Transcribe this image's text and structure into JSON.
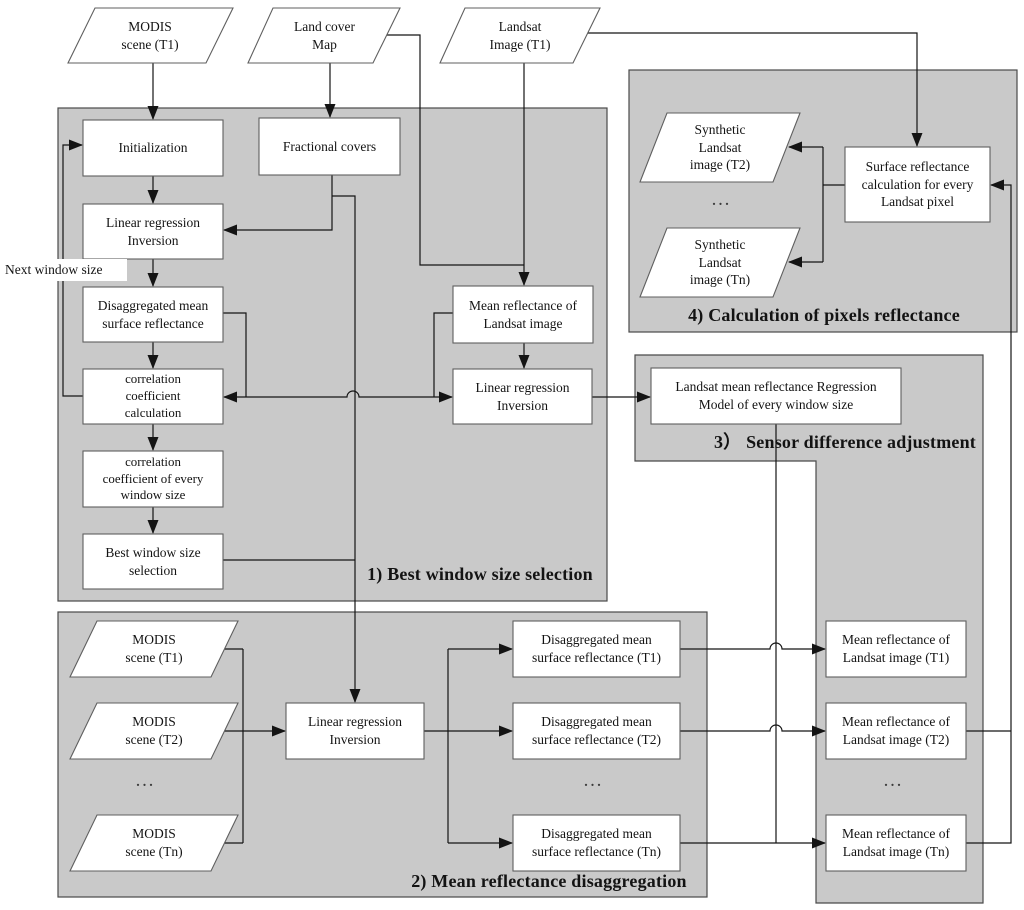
{
  "sections": {
    "s1": "1) Best window size selection",
    "s2": "2) Mean reflectance disaggregation",
    "s3": "3） Sensor difference adjustment",
    "s4": "4) Calculation of pixels reflectance"
  },
  "inputs": {
    "modis_scene_t1_top": "MODIS\nscene (T1)",
    "land_cover_map": "Land cover\nMap",
    "landsat_image_t1": "Landsat\nImage (T1)"
  },
  "best_window": {
    "initialization": "Initialization",
    "linear_regression_inversion": "Linear regression\nInversion",
    "disaggregated_mean_surface_reflectance": "Disaggregated mean\nsurface reflectance",
    "correlation_coefficient_calculation": "correlation\ncoefficient\ncalculation",
    "correlation_coefficient_every_window": "correlation\ncoefficient of every\nwindow size",
    "best_window_size_selection": "Best window size\nselection",
    "fractional_covers": "Fractional covers",
    "mean_reflectance_landsat": "Mean reflectance of\nLandsat image",
    "linear_regression_inversion_2": "Linear regression\nInversion"
  },
  "sensor_adjustment": {
    "regression_model": "Landsat mean reflectance Regression\nModel of every window size"
  },
  "pixel_calculation": {
    "surface_reflectance_calc": "Surface reflectance\ncalculation for every\nLandsat  pixel",
    "synthetic_landsat_t2": "Synthetic\nLandsat\nimage (T2)",
    "synthetic_landsat_tn": "Synthetic\nLandsat\nimage (Tn)"
  },
  "disaggregation": {
    "modis_scene_t1": "MODIS\nscene (T1)",
    "modis_scene_t2": "MODIS\nscene (T2)",
    "modis_scene_tn": "MODIS\nscene (Tn)",
    "linear_regression_inversion": "Linear regression\nInversion",
    "disaggregated_t1": "Disaggregated mean\nsurface reflectance (T1)",
    "disaggregated_t2": "Disaggregated mean\nsurface reflectance (T2)",
    "disaggregated_tn": "Disaggregated mean\nsurface reflectance (Tn)"
  },
  "mean_reflectance": {
    "t1": "Mean reflectance of\nLandsat image (T1)",
    "t2": "Mean reflectance of\nLandsat image (T2)",
    "tn": "Mean reflectance of\nLandsat image (Tn)"
  },
  "annotations": {
    "next_window_size": "Next window size",
    "ellipsis": "..."
  },
  "colors": {
    "region_fill": "#c9c9c9",
    "region_border": "#4a4a4a",
    "node_fill": "#ffffff",
    "node_border": "#5f5f5f",
    "line": "#141414"
  }
}
